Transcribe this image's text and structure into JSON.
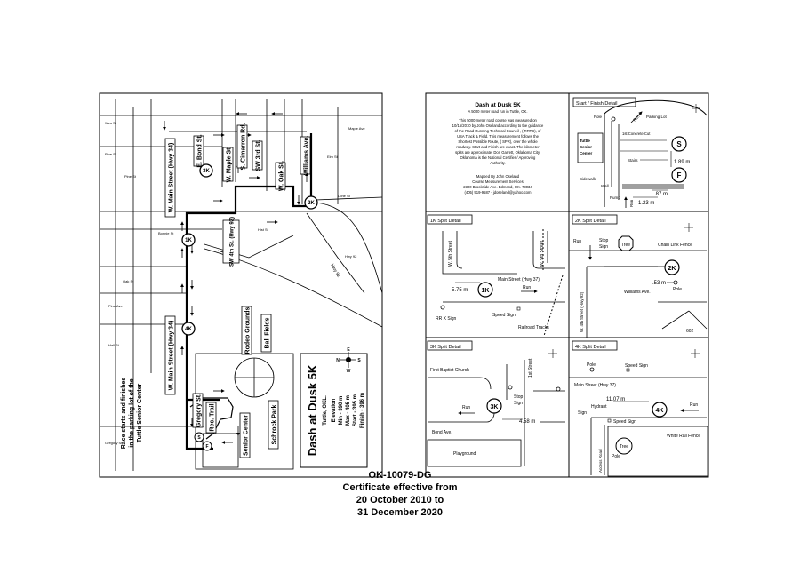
{
  "left_map": {
    "streets": {
      "main_north": "W. Main Street (Hwy 34)",
      "main_south": "W. Main Street (Hwy 34)",
      "bond": "E. Bond St.",
      "maple": "W. Maple St.",
      "cimarron": "S. Cimarron Rd.",
      "sw3rd": "SW 3rd St.",
      "oak": "W. Oak St.",
      "williams": "Williams Ave.",
      "sw4th": "SW 4th St. (Hwy 92)",
      "gregory": "Gregory St.",
      "rec_trail": "Rec. Trail",
      "senior_center": "Senior Center",
      "schrock": "Schrock Park",
      "rodeo": "Rodeo Grounds",
      "ball_fields": "Ball Fields"
    },
    "markers": {
      "k1": "1K",
      "k2": "2K",
      "k3": "3K",
      "k4": "4K",
      "start": "S",
      "finish": "F"
    },
    "note": [
      "Race starts and finishes",
      "in the parking lot of the",
      "Tuttle Senior Center"
    ],
    "title_box": {
      "title": "Dash at Dusk 5K",
      "city": "Tuttle, OKL.",
      "elevation": "Elevation",
      "min": "Min - 390 m",
      "max": "Max - 405 m",
      "start": "Start - 395 m",
      "finish": "Finish - 396 m"
    },
    "compass": {
      "n": "N",
      "s": "S",
      "e": "E",
      "w": "W"
    }
  },
  "description": {
    "title": "Dash at Dusk 5K",
    "subtitle": "A 5000 meter road run in Tuttle, OK.",
    "body": [
      "This 5000 meter road course was measured on",
      "10/15/2010 by John Oseland according to the guidance",
      "of the Road  Running Technical Council , ( RRTC), of",
      "USA Track & Field. This measurement follows the",
      "Shortest Possible Route, ( SPR), over the whole",
      "roadway. Start and Finish are exact. The kilometer",
      "splits are approximate. Don Garrett, Oklahoma City,",
      "Oklahoma is  the  National Certifier / Approving",
      "Authority."
    ],
    "mapped_by": [
      "Mapped By John Oseland",
      "Course Measurement Services",
      "2300 Brookside Ave. Edmond, OK. 73034",
      "(405) 919-9587 - jdoseland@yahoo.com"
    ]
  },
  "start_finish": {
    "title": "Start / Finish Detail",
    "pole": "Pole",
    "run": "Run",
    "parking_lot": "Parking Lot",
    "building": [
      "Tuttle",
      "Senior",
      "Center"
    ],
    "first_concrete_cut": "1st Concrete Cut",
    "stairs": "Stairs",
    "sidewalk": "Sidewalk",
    "wall": "Wall",
    "pump": "Pump",
    "dist_start": "1.89 m",
    "dist_finish": ".87 m",
    "dist_bottom": "1.23 m",
    "start_marker": "S",
    "finish_marker": "F"
  },
  "split_1k": {
    "title": "1K Split Detail",
    "street_a": "W. 5th Street",
    "street_b": "W. 5th Street",
    "main": "Main Street (Hwy 37)",
    "dist": "5.75 m",
    "run": "Run",
    "marker": "1K",
    "rr_sign": "RR X Sign",
    "speed_sign": "Speed Sign",
    "tracks": "Railroad Tracks"
  },
  "split_2k": {
    "title": "2K Split Detail",
    "run": "Run",
    "stop_sign": [
      "Stop",
      "Sign"
    ],
    "tree": "Tree",
    "fence": "Chain Link Fence",
    "marker": "2K",
    "dist": ".53 m",
    "pole": "Pole",
    "williams": "Williams Ave.",
    "street": "W. 4th Street (Hwy 92)",
    "house": "602"
  },
  "split_3k": {
    "title": "3K Split Detail",
    "church": "First Baptist Church",
    "first_street": "1st Street",
    "run": "Run",
    "marker": "3K",
    "stop_sign": [
      "Stop",
      "Sign"
    ],
    "dist": "4.58 m",
    "bond": "Bond Ave.",
    "playground": "Playground"
  },
  "split_4k": {
    "title": "4K Split Detail",
    "pole": "Pole",
    "speed_sign": "Speed Sign",
    "main": "Main Street (Hwy 37)",
    "dist": "11.07 m",
    "hydrant": "Hydrant",
    "sign": "Sign",
    "speed_sign_2": "Speed Sign",
    "marker": "4K",
    "run": "Run",
    "access": "Access Road",
    "pole2": "Pole",
    "tree": "Tree",
    "fence": "White Rail Fence"
  },
  "certificate": {
    "id": "OK-10079-DG",
    "line1": "Certificate effective from",
    "line2": "20 October 2010 to",
    "line3": "31 December 2020"
  }
}
